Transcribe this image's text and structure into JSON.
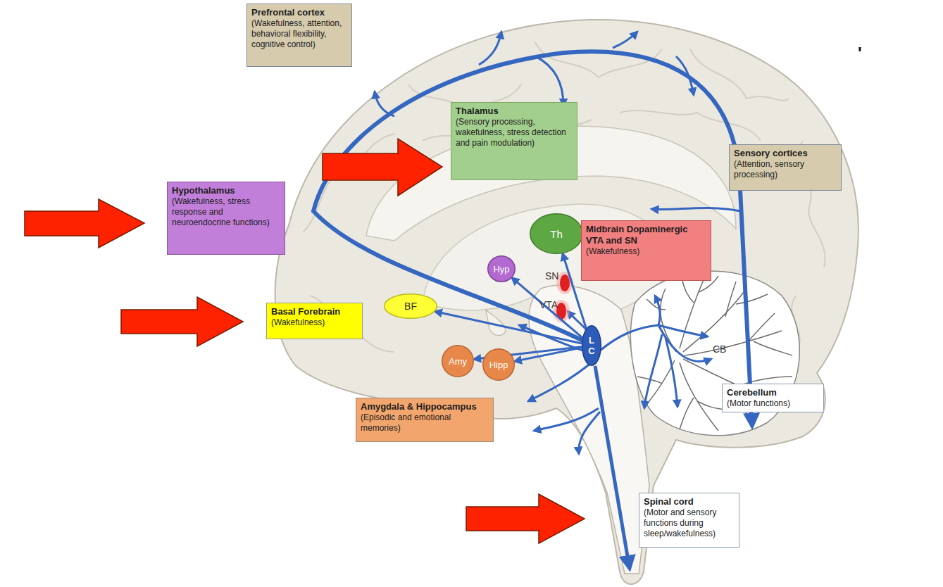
{
  "diagram": {
    "nodes": [
      {
        "text": [
          "Prefrontal cortex",
          "(Wakefulness, attention, behavioral flexibility, cognitive control)"
        ]
      },
      {
        "text": [
          "Thalamus",
          "(Sensory processing, wakefulness, stress detection and pain modulation)"
        ]
      },
      {
        "text": [
          "Sensory cortices",
          "(Attention, sensory processing)"
        ]
      },
      {
        "text": [
          "Hypothalamus",
          "(Wakefulness, stress response and neuroendocrine functions)"
        ]
      },
      {
        "text": [
          "Th"
        ]
      },
      {
        "text": [
          "Midbrain Dopaminergic VTA and SN",
          "(Wakefulness)"
        ]
      },
      {
        "text": [
          "Hyp"
        ]
      },
      {
        "text": [
          "BF"
        ]
      },
      {
        "text": [
          "Basal Forebrain",
          "(Wakefulness)"
        ]
      },
      {
        "text": [
          "L C"
        ]
      },
      {
        "text": [
          "Amy"
        ]
      },
      {
        "text": [
          "Hipp"
        ]
      },
      {
        "text": [
          "Amygdala & Hippocampus",
          "(Episodic and emotional memories)"
        ]
      },
      {
        "text": [
          "Cerebellum",
          "(Motor functions)"
        ]
      },
      {
        "text": [
          "Spinal cord",
          "(Motor and sensory functions during sleep/wakefulness)"
        ]
      }
    ],
    "edges": [
      {
        "from": 9,
        "to": 4,
        "arrow": "to"
      },
      {
        "from": 9,
        "to": 6,
        "arrow": "to"
      },
      {
        "from": 9,
        "to": 7,
        "arrow": "to"
      },
      {
        "from": 9,
        "to": 10,
        "arrow": "to"
      },
      {
        "from": 9,
        "to": 11,
        "arrow": "to"
      }
    ],
    "labels": [
      "SN",
      "VTA",
      "CB",
      "'"
    ]
  }
}
